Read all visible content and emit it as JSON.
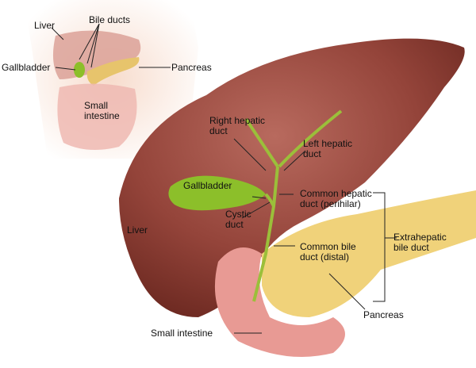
{
  "inset": {
    "labels": {
      "liver": "Liver",
      "bile_ducts": "Bile ducts",
      "gallbladder": "Gallbladder",
      "pancreas": "Pancreas",
      "small_intestine_1": "Small",
      "small_intestine_2": "intestine"
    }
  },
  "main": {
    "labels": {
      "right_hepatic_1": "Right hepatic",
      "right_hepatic_2": "duct",
      "left_hepatic_1": "Left hepatic",
      "left_hepatic_2": "duct",
      "gallbladder": "Gallbladder",
      "common_hepatic_1": "Common hepatic",
      "common_hepatic_2": "duct (perihilar)",
      "cystic_1": "Cystic",
      "cystic_2": "duct",
      "liver": "Liver",
      "common_bile_1": "Common bile",
      "common_bile_2": "duct (distal)",
      "extrahepatic_1": "Extrahepatic",
      "extrahepatic_2": "bile duct",
      "pancreas": "Pancreas",
      "small_intestine": "Small intestine"
    }
  },
  "colors": {
    "liver": "#8e3b30",
    "gallbladder": "#8cbf2a",
    "pancreas": "#f0d27a",
    "intestine": "#e89a94",
    "skin": "#f6dcc8"
  }
}
